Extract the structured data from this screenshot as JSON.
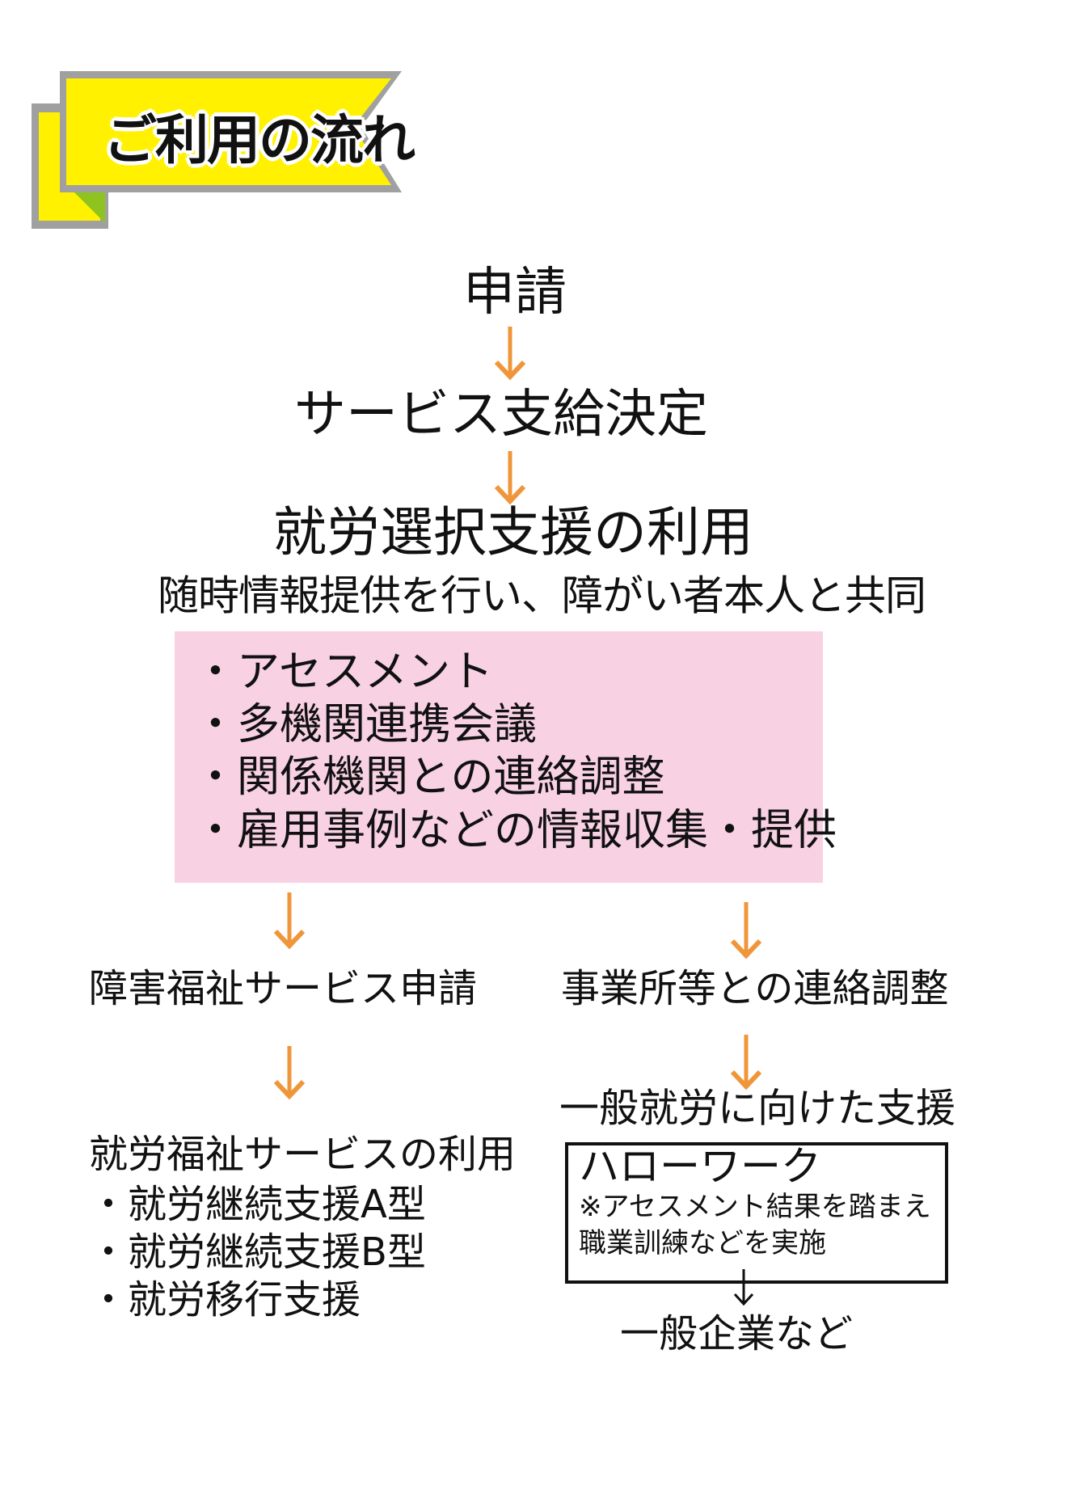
{
  "banner": {
    "title": "ご利用の流れ"
  },
  "colors": {
    "arrow": "#f0963a",
    "banner_fill": "#fff100",
    "banner_border": "#a0a0a0",
    "banner_fold": "#8fc31f",
    "pink_box": "#f8d1e3"
  },
  "flow": {
    "step1": "申請",
    "step2": "サービス支給決定",
    "step3": "就労選択支援の利用",
    "step3_note": "随時情報提供を行い、障がい者本人と共同",
    "pink_items": [
      "・アセスメント",
      "・多機関連携会議",
      "・関係機関との連絡調整",
      "・雇用事例などの情報収集・提供"
    ],
    "left": {
      "step1": "障害福祉サービス申請",
      "step2": "就労福祉サービスの利用",
      "items": [
        "・就労継続支援A型",
        "・就労継続支援B型",
        "・就労移行支援"
      ]
    },
    "right": {
      "step1": "事業所等との連絡調整",
      "step2": "一般就労に向けた支援",
      "box_title": "ハローワーク",
      "box_note_1": "※アセスメント結果を踏まえ",
      "box_note_2": "職業訓練などを実施",
      "step3": "一般企業など"
    }
  }
}
